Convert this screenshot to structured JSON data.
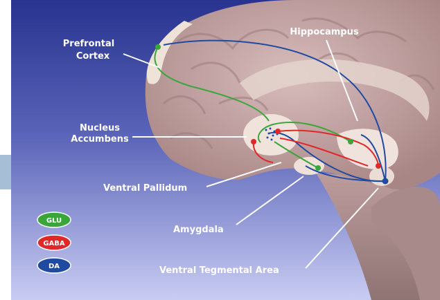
{
  "labels": {
    "prefrontal_1": "Prefrontal",
    "prefrontal_2": "Cortex",
    "hippocampus": "Hippocampus",
    "nucleus_1": "Nucleus",
    "nucleus_2": "Accumbens",
    "ventral_pallidum": "Ventral Pallidum",
    "amygdala": "Amygdala",
    "vta": "Ventral Tegmental Area"
  },
  "legend": [
    {
      "label": "GLU",
      "color": "#3aa63a"
    },
    {
      "label": "GABA",
      "color": "#e02828"
    },
    {
      "label": "DA",
      "color": "#1f4aa0"
    }
  ],
  "colors": {
    "glu": "#3aa63a",
    "gaba": "#e02828",
    "da": "#1f4aa0",
    "background_top": "#2a3590",
    "background_bottom": "#c4c8f0",
    "brain": "#c9a9a9"
  }
}
